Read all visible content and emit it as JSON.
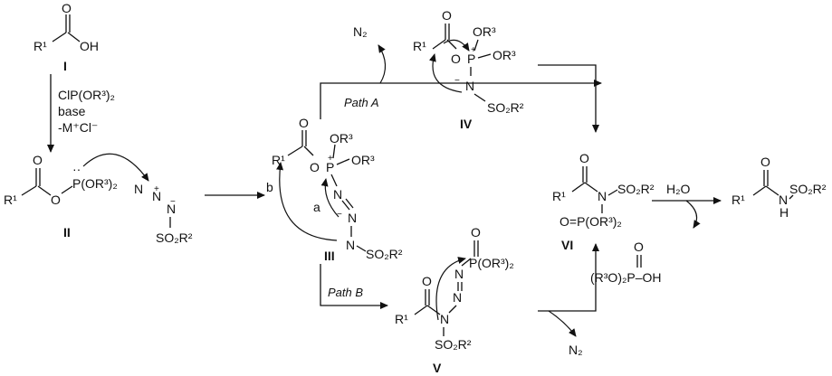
{
  "compounds": {
    "I": "I",
    "II": "II",
    "III": "III",
    "IV": "IV",
    "V": "V",
    "VI": "VI"
  },
  "reagents": {
    "step1_line1": "ClP(OR³)₂",
    "step1_line2": "base",
    "step1_line3": "-M⁺Cl⁻",
    "water": "H₂O",
    "n2": "N₂"
  },
  "paths": {
    "a": "Path A",
    "b": "Path B"
  },
  "arrow_labels": {
    "a": "a",
    "b": "b"
  },
  "groups": {
    "O": "O",
    "OH": "OH",
    "R1": "R¹",
    "OR3": "OR³",
    "P_OR3_2": "P(OR³)₂",
    "SO2R2": "SO₂R²",
    "N": "N",
    "H": "H",
    "P": "P",
    "plus": "+",
    "minus": "−",
    "lone_pair": "··",
    "byproduct": "(R³O)₂P–OH",
    "O_eq_P": "O=P(OR³)₂"
  }
}
